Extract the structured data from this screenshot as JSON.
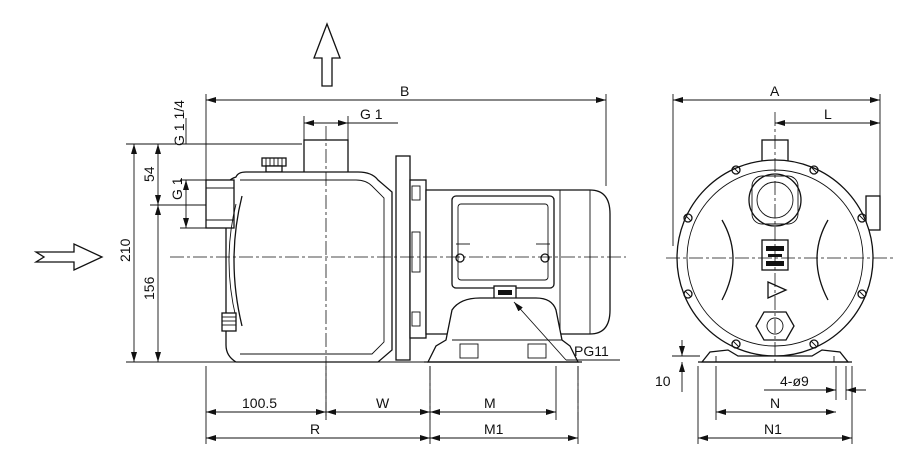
{
  "labels": {
    "B": "B",
    "A": "A",
    "L": "L",
    "g1_top": "G 1",
    "g1_side": "G 1",
    "g114": "G 1 1/4",
    "d54": "54",
    "d210": "210",
    "d156": "156",
    "d1005": "100.5",
    "W": "W",
    "M": "M",
    "R": "R",
    "M1": "M1",
    "PG11": "PG11",
    "d10": "10",
    "holes": "4-ø9",
    "N": "N",
    "N1": "N1"
  }
}
